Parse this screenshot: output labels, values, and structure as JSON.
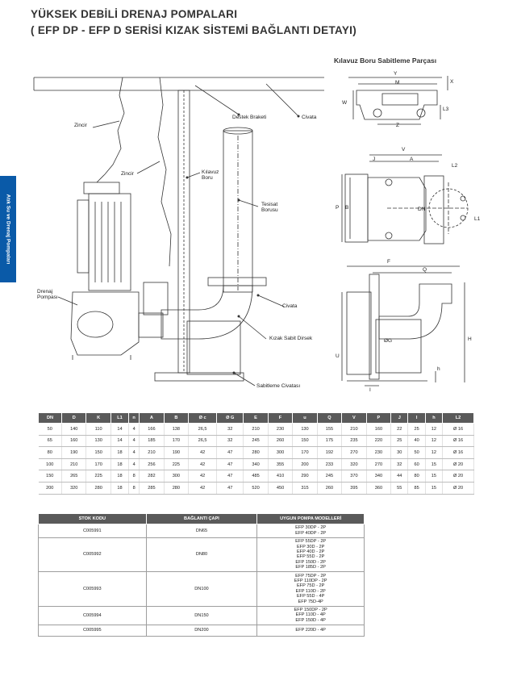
{
  "title_line1": "YÜKSEK DEBİLİ DRENAJ POMPALARI",
  "title_line2": "( EFP DP - EFP D SERİSİ KIZAK SİSTEMİ BAĞLANTI DETAYI)",
  "side_tab": "Atık Su ve Drenaj Pompaları",
  "diagram_labels": {
    "zincir1": "Zincir",
    "zincir2": "Zincir",
    "destek": "Destek Braketi",
    "civata": "Civata",
    "kilavuz": "Kılavuz\nBoru",
    "tesisat": "Tesisat\nBorusu",
    "drenaj": "Drenaj\nPompası",
    "civata2": "Civata",
    "dirsek": "Kızak Sabit Dirsek",
    "sabitleme": "Sabitleme Civatası"
  },
  "detail": {
    "title": "Kılavuz Boru Sabitleme Parçası",
    "dims": {
      "Y": "Y",
      "M": "M",
      "X": "X",
      "W": "W",
      "L3": "L3",
      "Z": "Z",
      "V": "V",
      "J": "J",
      "A": "A",
      "L2": "L2",
      "P": "P",
      "B": "B",
      "DN": "DN",
      "L1": "L1",
      "F": "F",
      "Q": "Q",
      "G": "ØG",
      "U": "U",
      "H": "H",
      "h": "h",
      "I": "I"
    }
  },
  "dims_table": {
    "headers": [
      "DN",
      "D",
      "K",
      "L1",
      "n",
      "A",
      "B",
      "Ø c",
      "Ø G",
      "E",
      "F",
      "u",
      "Q",
      "V",
      "P",
      "J",
      "I",
      "h",
      "L2"
    ],
    "rows": [
      [
        "50",
        "140",
        "110",
        "14",
        "4",
        "166",
        "138",
        "26,5",
        "32",
        "210",
        "230",
        "130",
        "155",
        "210",
        "160",
        "22",
        "25",
        "12",
        "Ø 16"
      ],
      [
        "65",
        "160",
        "130",
        "14",
        "4",
        "185",
        "170",
        "26,5",
        "32",
        "245",
        "260",
        "150",
        "175",
        "235",
        "220",
        "25",
        "40",
        "12",
        "Ø 16"
      ],
      [
        "80",
        "190",
        "150",
        "18",
        "4",
        "210",
        "190",
        "42",
        "47",
        "280",
        "300",
        "170",
        "192",
        "270",
        "230",
        "30",
        "50",
        "12",
        "Ø 16"
      ],
      [
        "100",
        "210",
        "170",
        "18",
        "4",
        "256",
        "225",
        "42",
        "47",
        "340",
        "355",
        "200",
        "233",
        "320",
        "270",
        "32",
        "60",
        "15",
        "Ø 20"
      ],
      [
        "150",
        "265",
        "225",
        "18",
        "8",
        "282",
        "300",
        "42",
        "47",
        "485",
        "410",
        "290",
        "245",
        "370",
        "340",
        "44",
        "80",
        "15",
        "Ø 20"
      ],
      [
        "200",
        "320",
        "280",
        "18",
        "8",
        "285",
        "280",
        "42",
        "47",
        "520",
        "450",
        "315",
        "260",
        "395",
        "360",
        "55",
        "85",
        "15",
        "Ø 20"
      ]
    ]
  },
  "stock_table": {
    "headers": [
      "STOK KODU",
      "BAĞLANTI ÇAPI",
      "UYGUN POMPA MODELLERİ"
    ],
    "rows": [
      {
        "code": "C005991",
        "dn": "DN65",
        "models": [
          "EFP 30DP - 2P",
          "EFP 40DP - 2P"
        ]
      },
      {
        "code": "C005992",
        "dn": "DN80",
        "models": [
          "EFP 55DP - 2P",
          "EFP 30D - 2P",
          "EFP 40D - 2P",
          "EFP 55D - 2P",
          "EFP 150D - 2P",
          "EFP 185D - 2P"
        ]
      },
      {
        "code": "C005993",
        "dn": "DN100",
        "models": [
          "EFP 75DP - 2P",
          "EFP 110DP - 2P",
          "EFP 75D - 2P",
          "EFP 110D - 2P",
          "EFP 55D - 4P",
          "EFP 75D-4P"
        ]
      },
      {
        "code": "C005994",
        "dn": "DN150",
        "models": [
          "EFP 150DP - 2P",
          "EFP 110D - 4P",
          "EFP 150D - 4P"
        ]
      },
      {
        "code": "C005995",
        "dn": "DN200",
        "models": [
          "EFP 220D - 4P"
        ]
      }
    ]
  }
}
